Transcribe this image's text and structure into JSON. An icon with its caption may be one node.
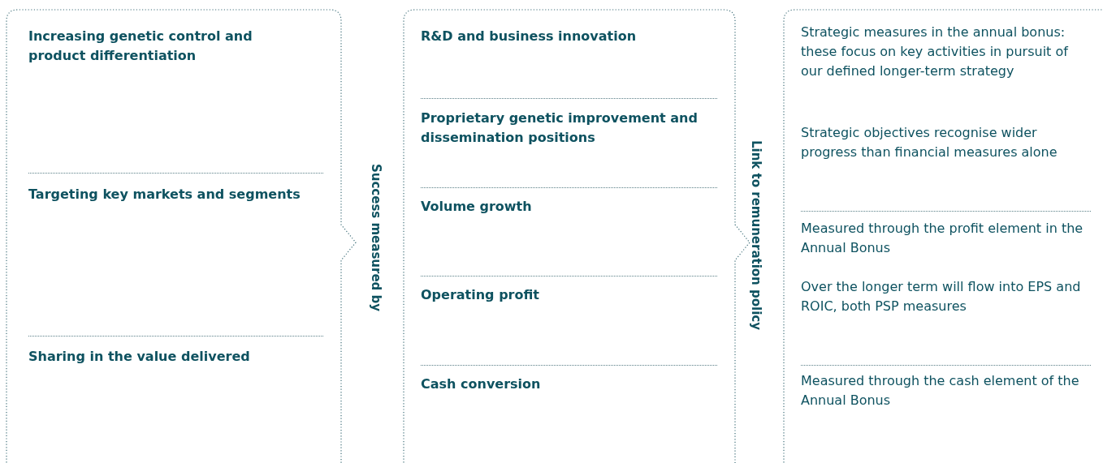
{
  "diagram": {
    "nodes": [
      {
        "text": [
          "Increasing genetic control and product differentiation",
          "Targeting key markets and segments",
          "Sharing in the value delivered"
        ],
        "beside": [
          "Success measured by"
        ]
      },
      {
        "text": [
          "R&D and business innovation",
          "Proprietary genetic improvement and dissemination positions",
          "Volume growth",
          "Operating profit",
          "Cash conversion"
        ],
        "beside": [
          "Link to remuneration policy"
        ]
      },
      {
        "text": [
          "Strategic measures in the annual bonus: these focus on key activities in pursuit of our defined longer-term strategy",
          "Strategic objectives recognise wider progress than financial measures alone",
          "Measured through the profit element in the Annual Bonus",
          "Over the longer term will flow into EPS and ROIC, both PSP measures",
          "Measured through the cash element of the Annual Bonus"
        ]
      }
    ],
    "edges": []
  }
}
